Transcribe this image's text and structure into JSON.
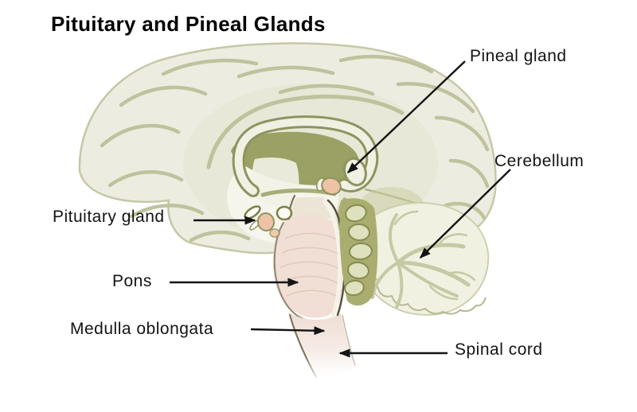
{
  "title": "Pituitary and Pineal Glands",
  "labels": {
    "pineal": "Pineal gland",
    "cerebellum": "Cerebellum",
    "pituitary": "Pituitary gland",
    "pons": "Pons",
    "medulla": "Medulla oblongata",
    "spinal": "Spinal cord"
  },
  "colors": {
    "background": "#ffffff",
    "text": "#141414",
    "arrow": "#141414",
    "cerebrum_fill": "#ecede0",
    "cerebrum_outline": "#c5c8a6",
    "sulci": "#bfc29c",
    "olive_dark": "#8f935f",
    "ventricle_olive": "#9ba064",
    "gland_pink": "#eec3a5",
    "brainstem_pink": "#f1ded4",
    "cerebellum_fill": "#f1f1e2",
    "vermis_olive": "#a9ad6f"
  }
}
